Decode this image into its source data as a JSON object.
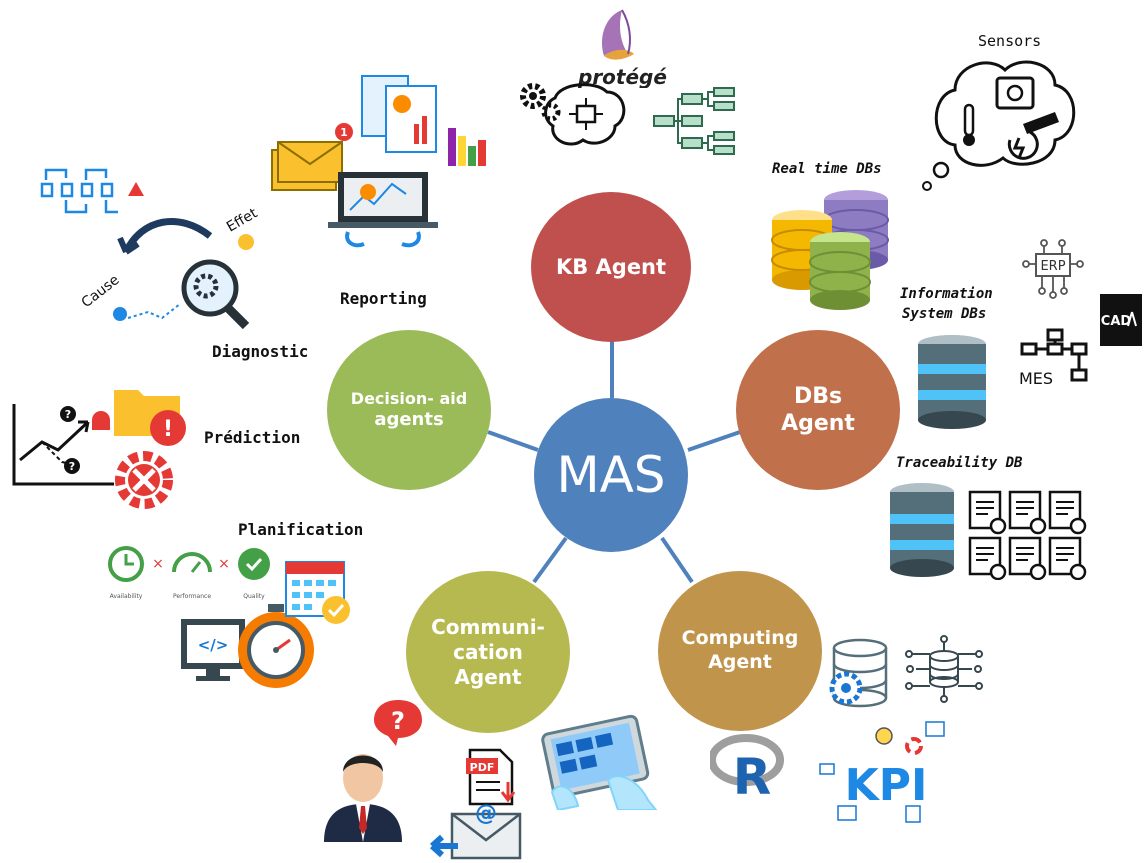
{
  "center": {
    "label": "MAS",
    "color": "#4f81bd"
  },
  "agents": {
    "kb": {
      "label": "KB Agent",
      "color": "#c0504d"
    },
    "dbs": {
      "line1": "DBs",
      "line2": "Agent",
      "color": "#c0704a"
    },
    "computing": {
      "line1": "Computing",
      "line2": "Agent",
      "color": "#c0944a"
    },
    "communication": {
      "line1": "Communi-",
      "line2": "cation",
      "line3": "Agent",
      "color": "#b5b94f"
    },
    "decision": {
      "line1": "Decision- aid",
      "line2": "agents",
      "color": "#9bbb59"
    }
  },
  "labels": {
    "reporting": "Reporting",
    "diagnostic": "Diagnostic",
    "prediction": "Prédiction",
    "planification": "Planification",
    "sensors": "Sensors",
    "realtime_dbs": "Real time DBs",
    "info_system_line1": "Information",
    "info_system_line2": "System DBs",
    "traceability": "Traceability DB",
    "protege": "protégé",
    "cause": "Cause",
    "effet": "Effet"
  },
  "icon_text": {
    "erp": "ERP",
    "cad": "CAD",
    "mes": "MES",
    "kpi": "KPI",
    "r": "R",
    "pdf": "PDF",
    "at": "@",
    "question": "?",
    "code": "</>",
    "availability": "Availability",
    "performance": "Performance",
    "quality": "Quality"
  },
  "icons": [
    "protege-logo-icon",
    "brain-gears-icon",
    "tree-diagram-icon",
    "sensor-cloud-icon",
    "database-stack-icon",
    "erp-icon",
    "cad-icon",
    "mes-icon",
    "server-database-icon",
    "document-grid-icon",
    "database-gear-icon",
    "network-database-icon",
    "r-logo-icon",
    "kpi-icon",
    "tablet-icon",
    "pdf-icon",
    "email-icon",
    "businessman-icon",
    "question-bubble-icon",
    "stopwatch-monitor-icon",
    "calendar-check-icon",
    "oee-gauge-icon",
    "folder-alert-icon",
    "trend-chart-icon",
    "tools-gear-icon",
    "cause-effect-icon",
    "process-flow-icon",
    "reports-icon",
    "email-stack-icon"
  ]
}
